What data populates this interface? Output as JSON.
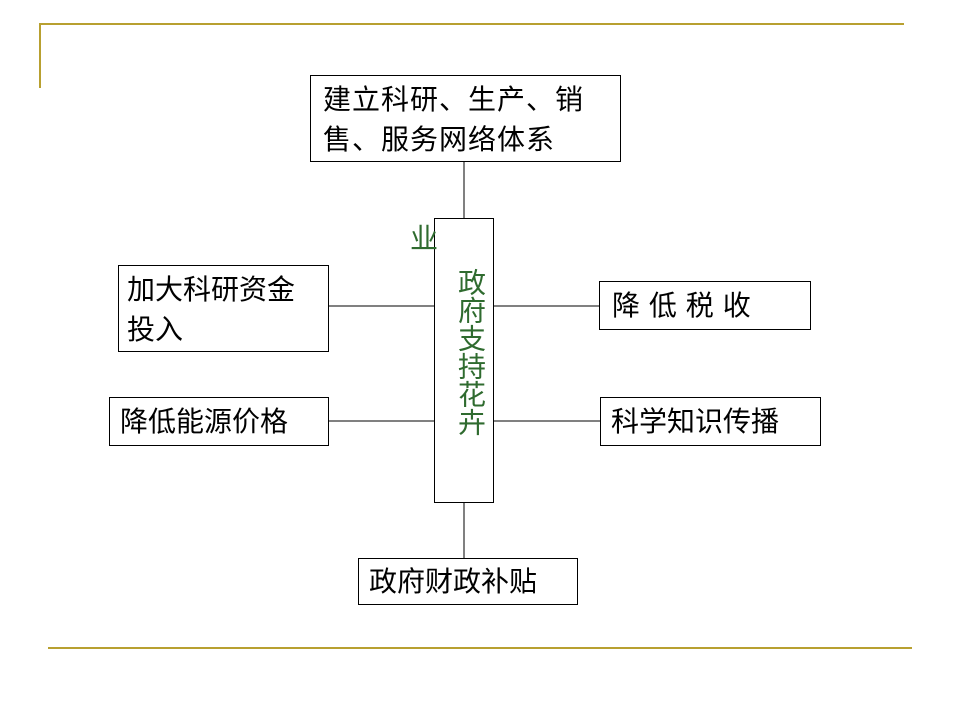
{
  "colors": {
    "frame_line": "#b8a030",
    "center_text": "#2f6b2f",
    "box_border": "#000000"
  },
  "diagram": {
    "center": {
      "label": "政府支持花卉",
      "overflow_char": "业"
    },
    "nodes": {
      "top": "建立科研、生产、销售、服务网络体系",
      "left_upper": "加大科研资金投入",
      "left_lower": "降低能源价格",
      "right_upper": "降 低 税 收",
      "right_lower": "科学知识传播",
      "bottom": "政府财政补贴"
    }
  }
}
